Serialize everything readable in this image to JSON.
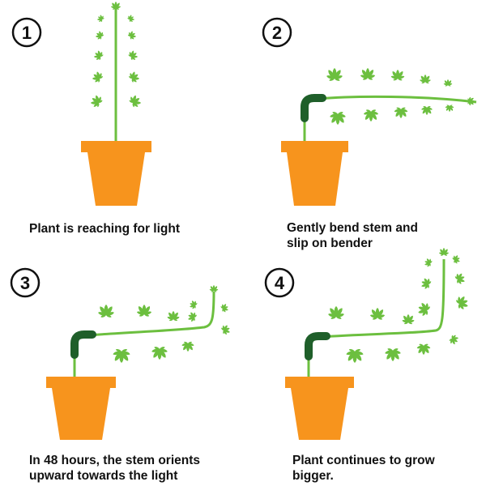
{
  "colors": {
    "leaf": "#6cbf3f",
    "stem": "#6cbf3f",
    "pot": "#f7941d",
    "bender": "#1f5f2a",
    "badge_stroke": "#111111"
  },
  "icons": {
    "leaf": "cannabis-leaf-icon",
    "pot": "flower-pot-icon",
    "bender": "stem-bender-clip-icon"
  },
  "steps": [
    {
      "number": "1",
      "caption_lines": [
        "Plant is reaching for light"
      ]
    },
    {
      "number": "2",
      "caption_lines": [
        "Gently bend stem and",
        "slip on bender"
      ]
    },
    {
      "number": "3",
      "caption_lines": [
        "In 48 hours, the stem orients",
        "upward towards the light"
      ]
    },
    {
      "number": "4",
      "caption_lines": [
        "Plant continues to grow",
        "bigger."
      ]
    }
  ]
}
